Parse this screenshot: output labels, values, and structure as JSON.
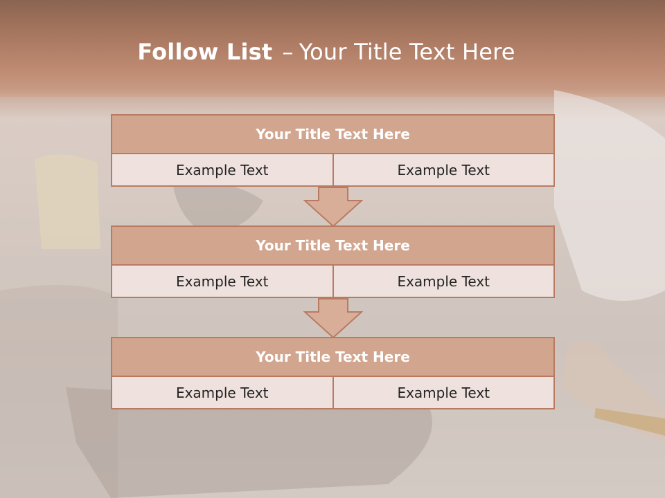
{
  "slide": {
    "title_bold": "Follow List",
    "title_dash": "–",
    "title_rest": "Your Title Text Here"
  },
  "blocks": [
    {
      "title": "Your Title Text Here",
      "left": "Example Text",
      "right": "Example Text"
    },
    {
      "title": "Your Title Text Here",
      "left": "Example Text",
      "right": "Example Text"
    },
    {
      "title": "Your Title Text Here",
      "left": "Example Text",
      "right": "Example Text"
    }
  ],
  "colors": {
    "header_fill": "#d2a58e",
    "border": "#b87b62",
    "cell_fill": "#efe2de",
    "arrow_fill": "#d9ae98"
  }
}
